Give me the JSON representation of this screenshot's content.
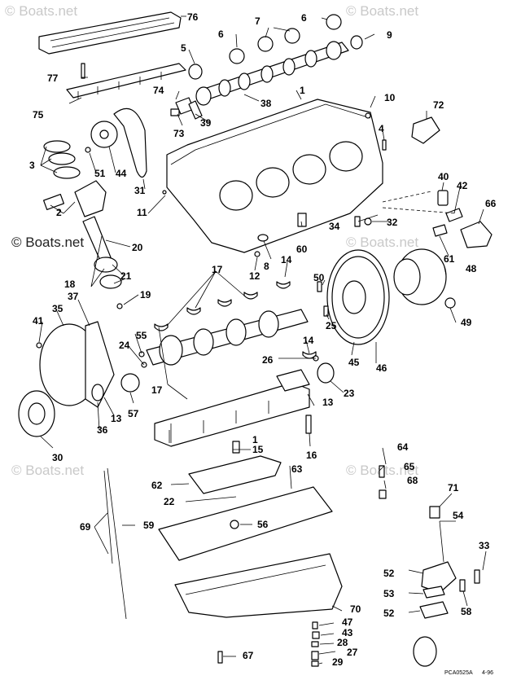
{
  "watermarks": {
    "top_left": "© Boats.net",
    "top_right": "© Boats.net",
    "mid_left": "© Boats.net",
    "mid_right": "© Boats.net",
    "bottom_left": "© Boats.net",
    "bottom_right": "© Boats.net"
  },
  "footer": {
    "code": "PCA0525A",
    "date": "4-96"
  },
  "callouts": {
    "c1_block": "1",
    "c1_bearing": "1",
    "c2": "2",
    "c3": "3",
    "c4": "4",
    "c5": "5",
    "c6_top": "6",
    "c6_left": "6",
    "c7": "7",
    "c8": "8",
    "c9": "9",
    "c10": "10",
    "c11": "11",
    "c12": "12",
    "c13_bearing": "13",
    "c13_sprocket": "13",
    "c14_upper": "14",
    "c14_lower": "14",
    "c15": "15",
    "c16": "16",
    "c17_upper": "17",
    "c17_lower": "17",
    "c18": "18",
    "c19": "19",
    "c20": "20",
    "c21": "21",
    "c22": "22",
    "c23": "23",
    "c24": "24",
    "c25": "25",
    "c26": "26",
    "c27": "27",
    "c28": "28",
    "c29": "29",
    "c30": "30",
    "c31": "31",
    "c32": "32",
    "c33": "33",
    "c34": "34",
    "c35": "35",
    "c36": "36",
    "c37": "37",
    "c38": "38",
    "c39": "39",
    "c40": "40",
    "c41": "41",
    "c42": "42",
    "c43": "43",
    "c44": "44",
    "c45": "45",
    "c46": "46",
    "c47": "47",
    "c48": "48",
    "c49": "49",
    "c50": "50",
    "c51": "51",
    "c52_upper": "52",
    "c52_lower": "52",
    "c53": "53",
    "c54": "54",
    "c55": "55",
    "c56": "56",
    "c57": "57",
    "c58": "58",
    "c59": "59",
    "c60": "60",
    "c61": "61",
    "c62": "62",
    "c63": "63",
    "c64": "64",
    "c65": "65",
    "c66": "66",
    "c67": "67",
    "c68": "68",
    "c69": "69",
    "c70": "70",
    "c71": "71",
    "c72": "72",
    "c73": "73",
    "c74": "74",
    "c75": "75",
    "c76": "76",
    "c77": "77"
  }
}
